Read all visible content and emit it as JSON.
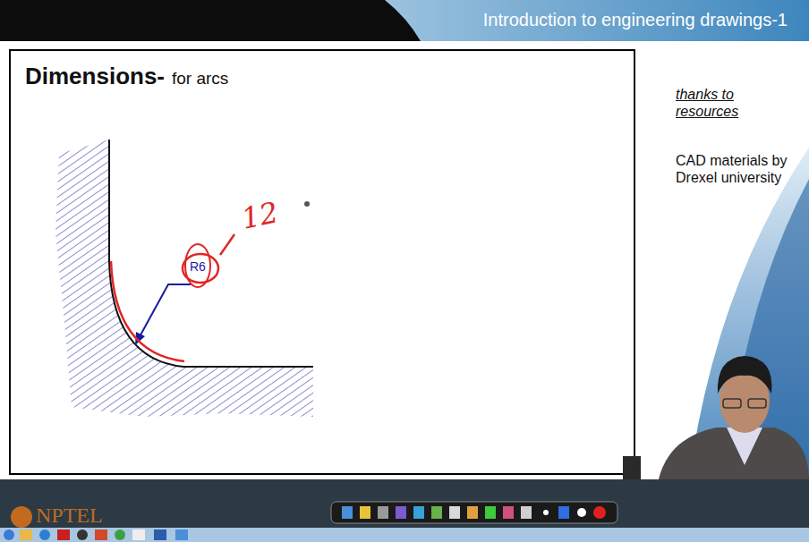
{
  "diagram": {
    "title": "Dimensions-",
    "labels": [
      "Introduction to engineering drawings-1",
      "for arcs",
      "thanks to resources",
      "CAD materials by Drexel university",
      "R6",
      "12",
      "NPTEL"
    ]
  }
}
